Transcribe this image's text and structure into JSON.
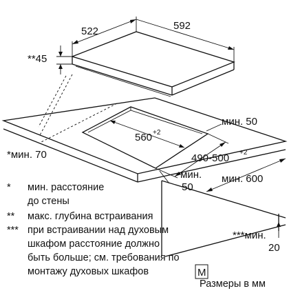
{
  "dimensions": {
    "hob_depth": "522",
    "hob_width": "592",
    "hob_height": "**45",
    "cutout_width_base": "560",
    "cutout_width_tol": "+2",
    "cutout_depth_base": "490-500",
    "cutout_depth_tol": "+2",
    "min_50_right": "мин. 50",
    "min_70_left": "*мин. 70",
    "min_50_front_line1": "мин.",
    "min_50_front_line2": "50",
    "min_600": "мин. 600",
    "min_20_line1": "***мин.",
    "min_20_line2": "20"
  },
  "notes": [
    {
      "mark": "*",
      "lines": [
        "мин. расстояние",
        "до стены"
      ]
    },
    {
      "mark": "**",
      "lines": [
        "макс. глубина встраивания"
      ]
    },
    {
      "mark": "***",
      "lines": [
        "при встраивании над духовым",
        "шкафом расстояние должно",
        "быть больше; см. требования по",
        "монтажу духовых шкафов"
      ]
    }
  ],
  "footer": {
    "badge": "M",
    "caption": "Размеры в мм"
  }
}
